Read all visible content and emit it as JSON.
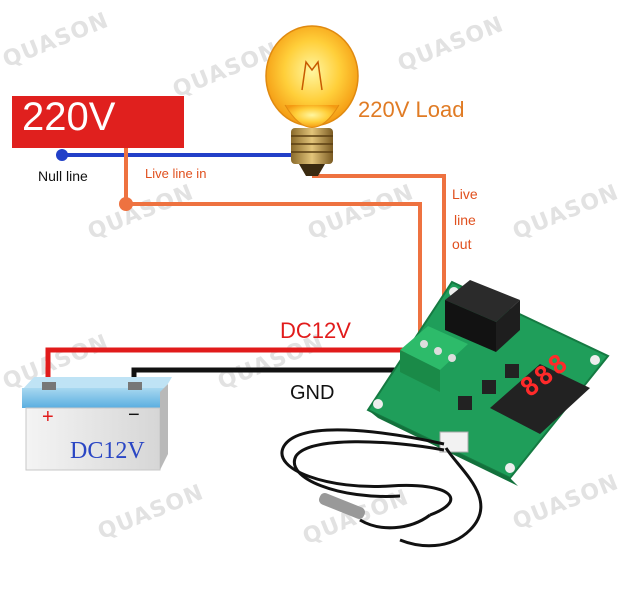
{
  "source": {
    "label": "220V",
    "color": "#e0201e"
  },
  "load": {
    "label": "220V Load",
    "color": "#e07b24"
  },
  "wires": {
    "null_line": "Null line",
    "live_line_in": "Live line in",
    "live_line_out": [
      "Live",
      "line",
      "out"
    ],
    "dc12v": "DC12V",
    "gnd": "GND"
  },
  "battery": {
    "plus": "+",
    "minus": "−",
    "label": "DC12V"
  },
  "display": {
    "digits": "888"
  },
  "watermark": "QUASON",
  "colors": {
    "live": "#ee7240",
    "neutral": "#2240c8",
    "positive": "#e11b1b",
    "ground": "#111111",
    "pcb": "#1f9e5a",
    "battery": "#7fc3e6"
  }
}
